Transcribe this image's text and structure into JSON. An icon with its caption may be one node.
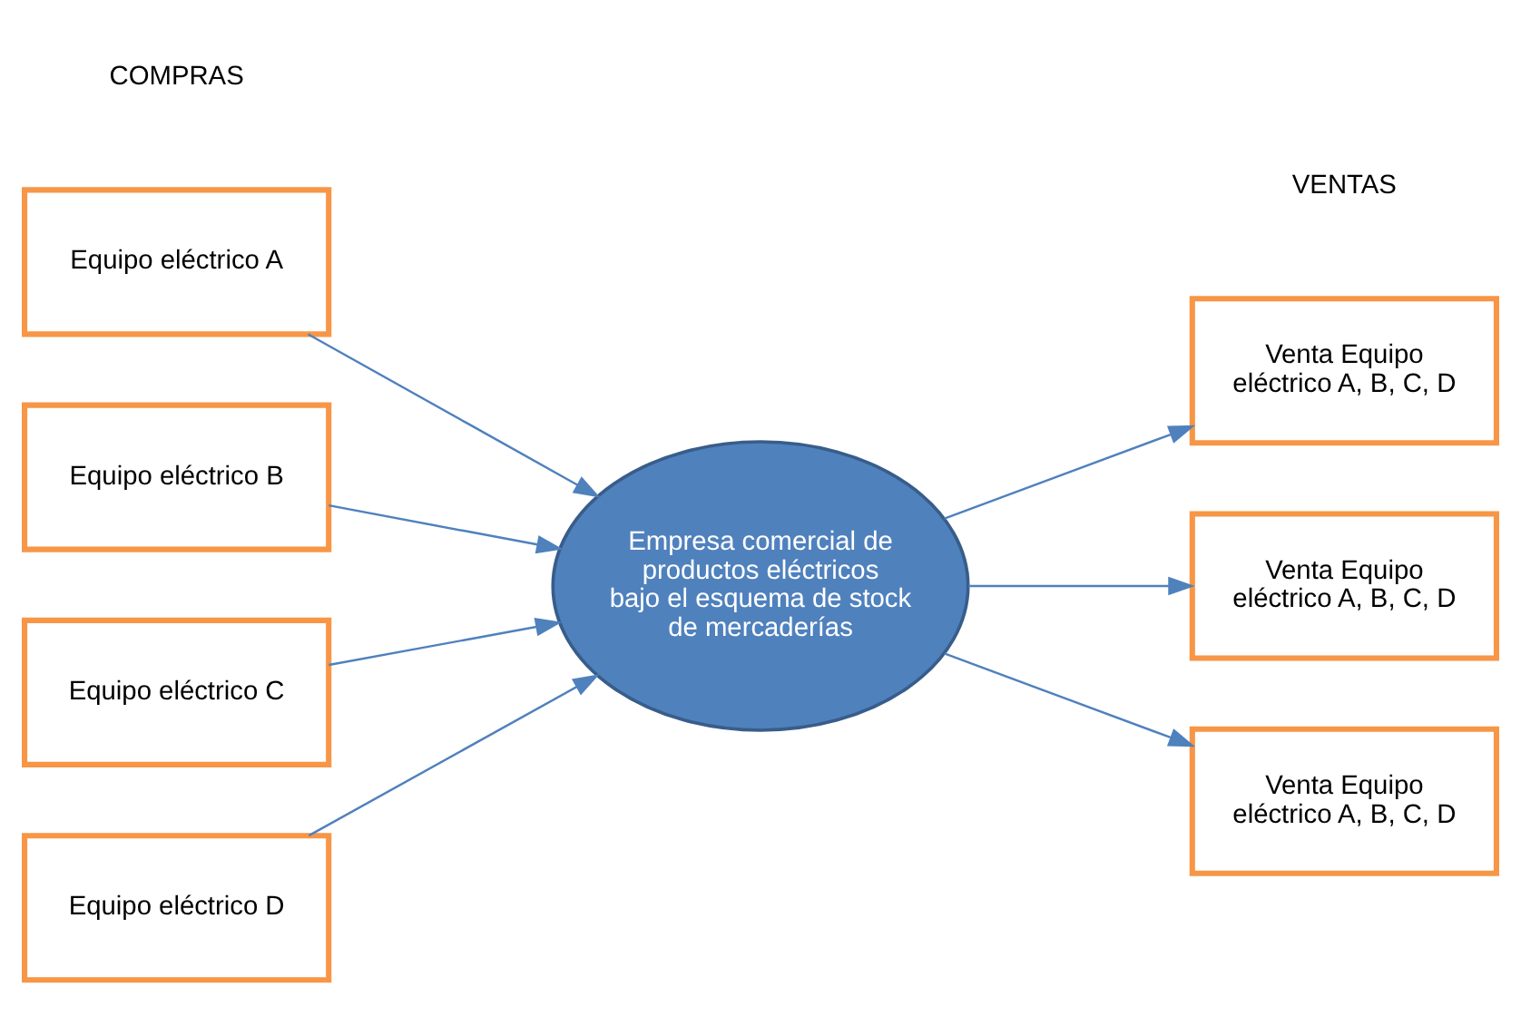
{
  "diagram": {
    "nodes": [
      {
        "text": [
          "Equipo eléctrico A"
        ]
      },
      {
        "text": [
          "Equipo eléctrico B"
        ]
      },
      {
        "text": [
          "Equipo eléctrico C"
        ]
      },
      {
        "text": [
          "Equipo eléctrico D"
        ]
      },
      {
        "text": [
          "Empresa comercial de productos eléctricos bajo el esquema de stock de mercaderías"
        ]
      },
      {
        "text": [
          "Venta Equipo eléctrico A, B, C, D"
        ]
      },
      {
        "text": [
          "Venta Equipo eléctrico A, B, C, D"
        ]
      },
      {
        "text": [
          "Venta Equipo eléctrico A, B, C, D"
        ]
      }
    ],
    "edges": [
      {
        "from": 0,
        "to": 4,
        "arrow": "to"
      },
      {
        "from": 1,
        "to": 4,
        "arrow": "to"
      },
      {
        "from": 2,
        "to": 4,
        "arrow": "to"
      },
      {
        "from": 3,
        "to": 4,
        "arrow": "to"
      },
      {
        "from": 4,
        "to": 5,
        "arrow": "to"
      },
      {
        "from": 4,
        "to": 6,
        "arrow": "to"
      },
      {
        "from": 4,
        "to": 7,
        "arrow": "to"
      }
    ],
    "labels": [
      "COMPRAS",
      "VENTAS"
    ]
  }
}
